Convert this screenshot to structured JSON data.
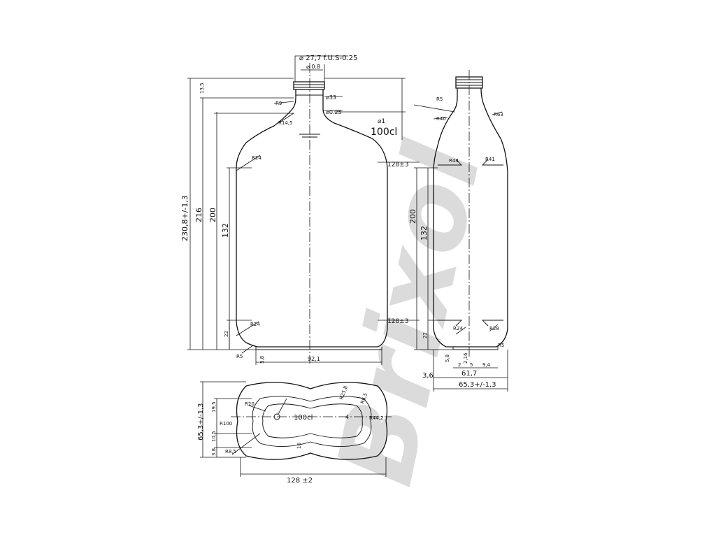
{
  "drawing": {
    "front_view": {
      "neck_spec": "⌀ 27,7 f.U.S-0.25",
      "neck_small": "⌀ 0.8",
      "dia_33": "⌀33",
      "dia_25": "⌀0.25",
      "capacity": "100cl",
      "capacity_mark": "⌀1",
      "width_upper": "128±3",
      "width_lower": "128±3",
      "base_width": "92,1",
      "h_total": "230,8+/-1,3",
      "h_216": "216",
      "h_200": "200",
      "h_132": "132",
      "h_22": "22",
      "h_top": "13,5",
      "radius_shoulder": "R24",
      "radius_base": "R24",
      "radius_neck": "R14,5",
      "radius_neck2": "R9",
      "radius_foot": "R5",
      "base_step": "5,8"
    },
    "side_view": {
      "r5": "R5",
      "r40": "R40",
      "r63": "R63",
      "r44": "R44",
      "r41": "R41",
      "h_200": "200",
      "h_132": "132",
      "h_22": "22",
      "r24": "R24",
      "r28": "R28",
      "r5b": "R5",
      "dim_3_6": "3,6",
      "dim_61_7": "61,7",
      "dim_65_3": "65,3+/-1,3",
      "dim_5_8": "5,8",
      "dim_2": "2",
      "dim_9_4": "9,4",
      "dim_5": "5",
      "dim_2_16": "2,16"
    },
    "bottom_view": {
      "height_dim": "65,3+/-1,3",
      "width_dim": "128 ±2",
      "center_text": "100cl",
      "r20": "R20",
      "r100": "R100",
      "r8_5": "R8,5",
      "r25_8": "R25,8",
      "r6_5": "R6,5",
      "r44_2": "R44,2",
      "dim_19_5": "19,5",
      "dim_10_5": "10,5",
      "dim_3_8": "3,8",
      "dim_16": "16",
      "dim_mid": "4"
    },
    "watermark": "Brixol"
  }
}
